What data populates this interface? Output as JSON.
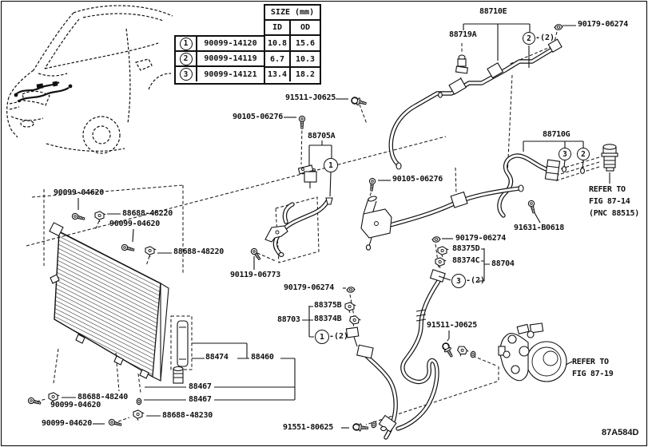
{
  "doc": {
    "drawing_number": "87A584D"
  },
  "size_table": {
    "title": "SIZE (mm)",
    "columns": [
      "ID",
      "OD"
    ],
    "rows": [
      {
        "ref": "1",
        "part_number": "90099-14120",
        "id": "10.8",
        "od": "15.6"
      },
      {
        "ref": "2",
        "part_number": "90099-14119",
        "id": "6.7",
        "od": "10.3"
      },
      {
        "ref": "3",
        "part_number": "90099-14121",
        "id": "13.4",
        "od": "18.2"
      }
    ]
  },
  "callouts": {
    "pipe_a": "88710E",
    "joint": "88719A",
    "nut_top_right": "90179-06274",
    "bolt_washer_1": "91511-J0625",
    "screw_1": "90105-06276",
    "bracket_pipe": "88705A",
    "pipe_b": "88710G",
    "screw_91631": "91631-B0618",
    "screw_2": "90105-06276",
    "nut_mid": "90179-06274",
    "clamp_88375d": "88375D",
    "clamp_88374c": "88374C",
    "hose_discharge": "88704",
    "screw_cond_1": "90099-04620",
    "clamp_48220_1": "88688-48220",
    "screw_cond_2": "90099-04620",
    "clamp_48220_2": "88688-48220",
    "bolt_90119": "90119-06773",
    "nut_low": "90179-06274",
    "clamp_88375b": "88375B",
    "hose_suction": "88703",
    "clamp_88374b": "88374B",
    "bolt_washer_2": "91511-J0625",
    "receiver_tube": "88474",
    "condenser_assy": "88460",
    "cap_1": "88467",
    "cap_2": "88467",
    "clamp_48240": "88688-48240",
    "screw_cond_3": "90099-04620",
    "clamp_48230": "88688-48230",
    "screw_cond_4": "90099-04620",
    "bolt_91551": "91551-80625",
    "qty_two": "-(2)",
    "ref_1": "1",
    "ref_2": "2",
    "ref_3": "3"
  },
  "notes": {
    "refer_fig_87_14": [
      "REFER TO",
      "FIG 87-14",
      "(PNC 88515)"
    ],
    "refer_fig_87_19": [
      "REFER TO",
      "FIG 87-19"
    ]
  }
}
